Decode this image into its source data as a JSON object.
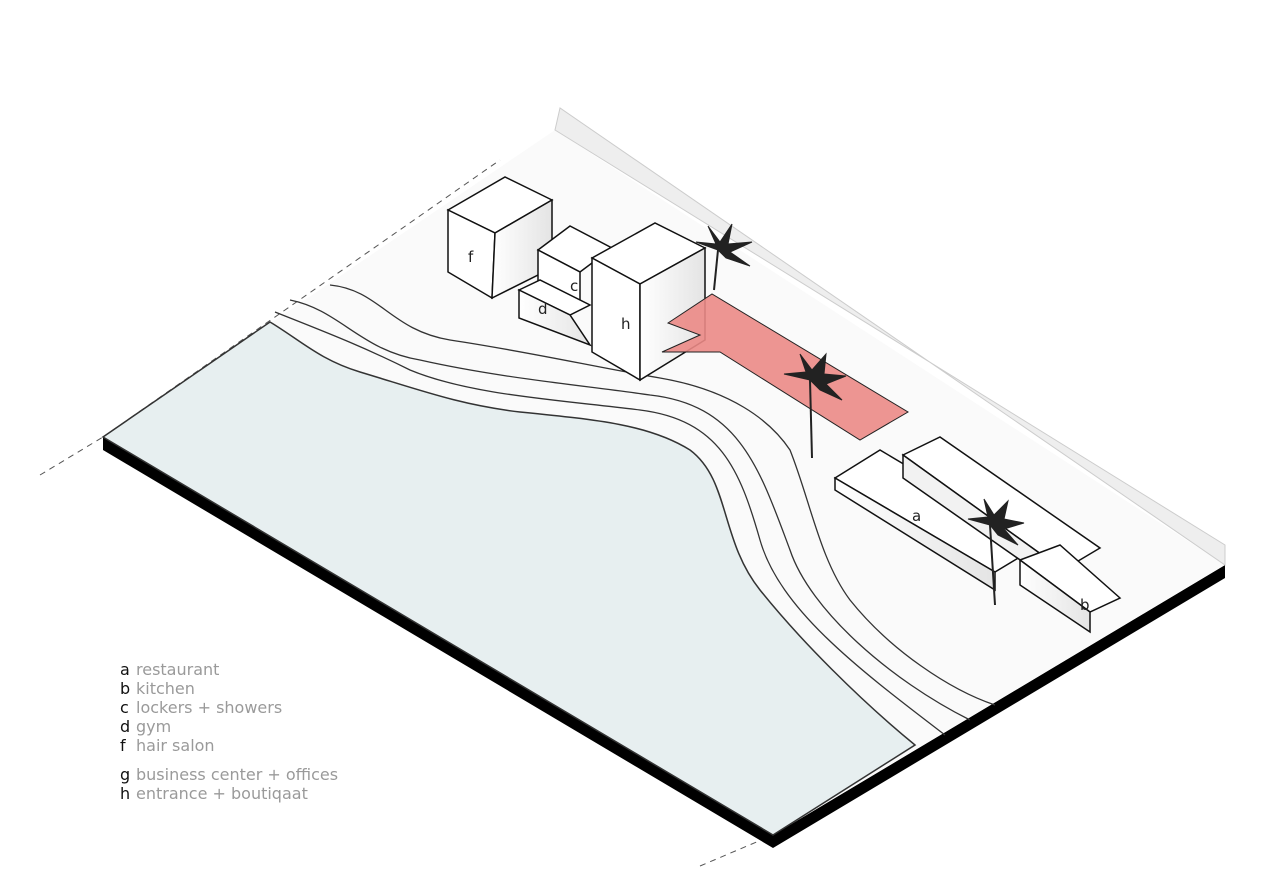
{
  "diagram": {
    "building_labels": {
      "a": "a",
      "b": "b",
      "c": "c",
      "d": "d",
      "f": "f",
      "h": "h"
    },
    "colors": {
      "water": "#e7eff0",
      "canopy": "#eb8a86",
      "platform_edge": "#000000",
      "ground": "#ffffff"
    }
  },
  "legend": [
    {
      "key": "a",
      "label": "restaurant"
    },
    {
      "key": "b",
      "label": "kitchen"
    },
    {
      "key": "c",
      "label": "lockers + showers"
    },
    {
      "key": "d",
      "label": "gym"
    },
    {
      "key": "f",
      "label": "hair salon"
    },
    {
      "key": "g",
      "label": "business center + offices"
    },
    {
      "key": "h",
      "label": "entrance + boutiqaat"
    }
  ]
}
